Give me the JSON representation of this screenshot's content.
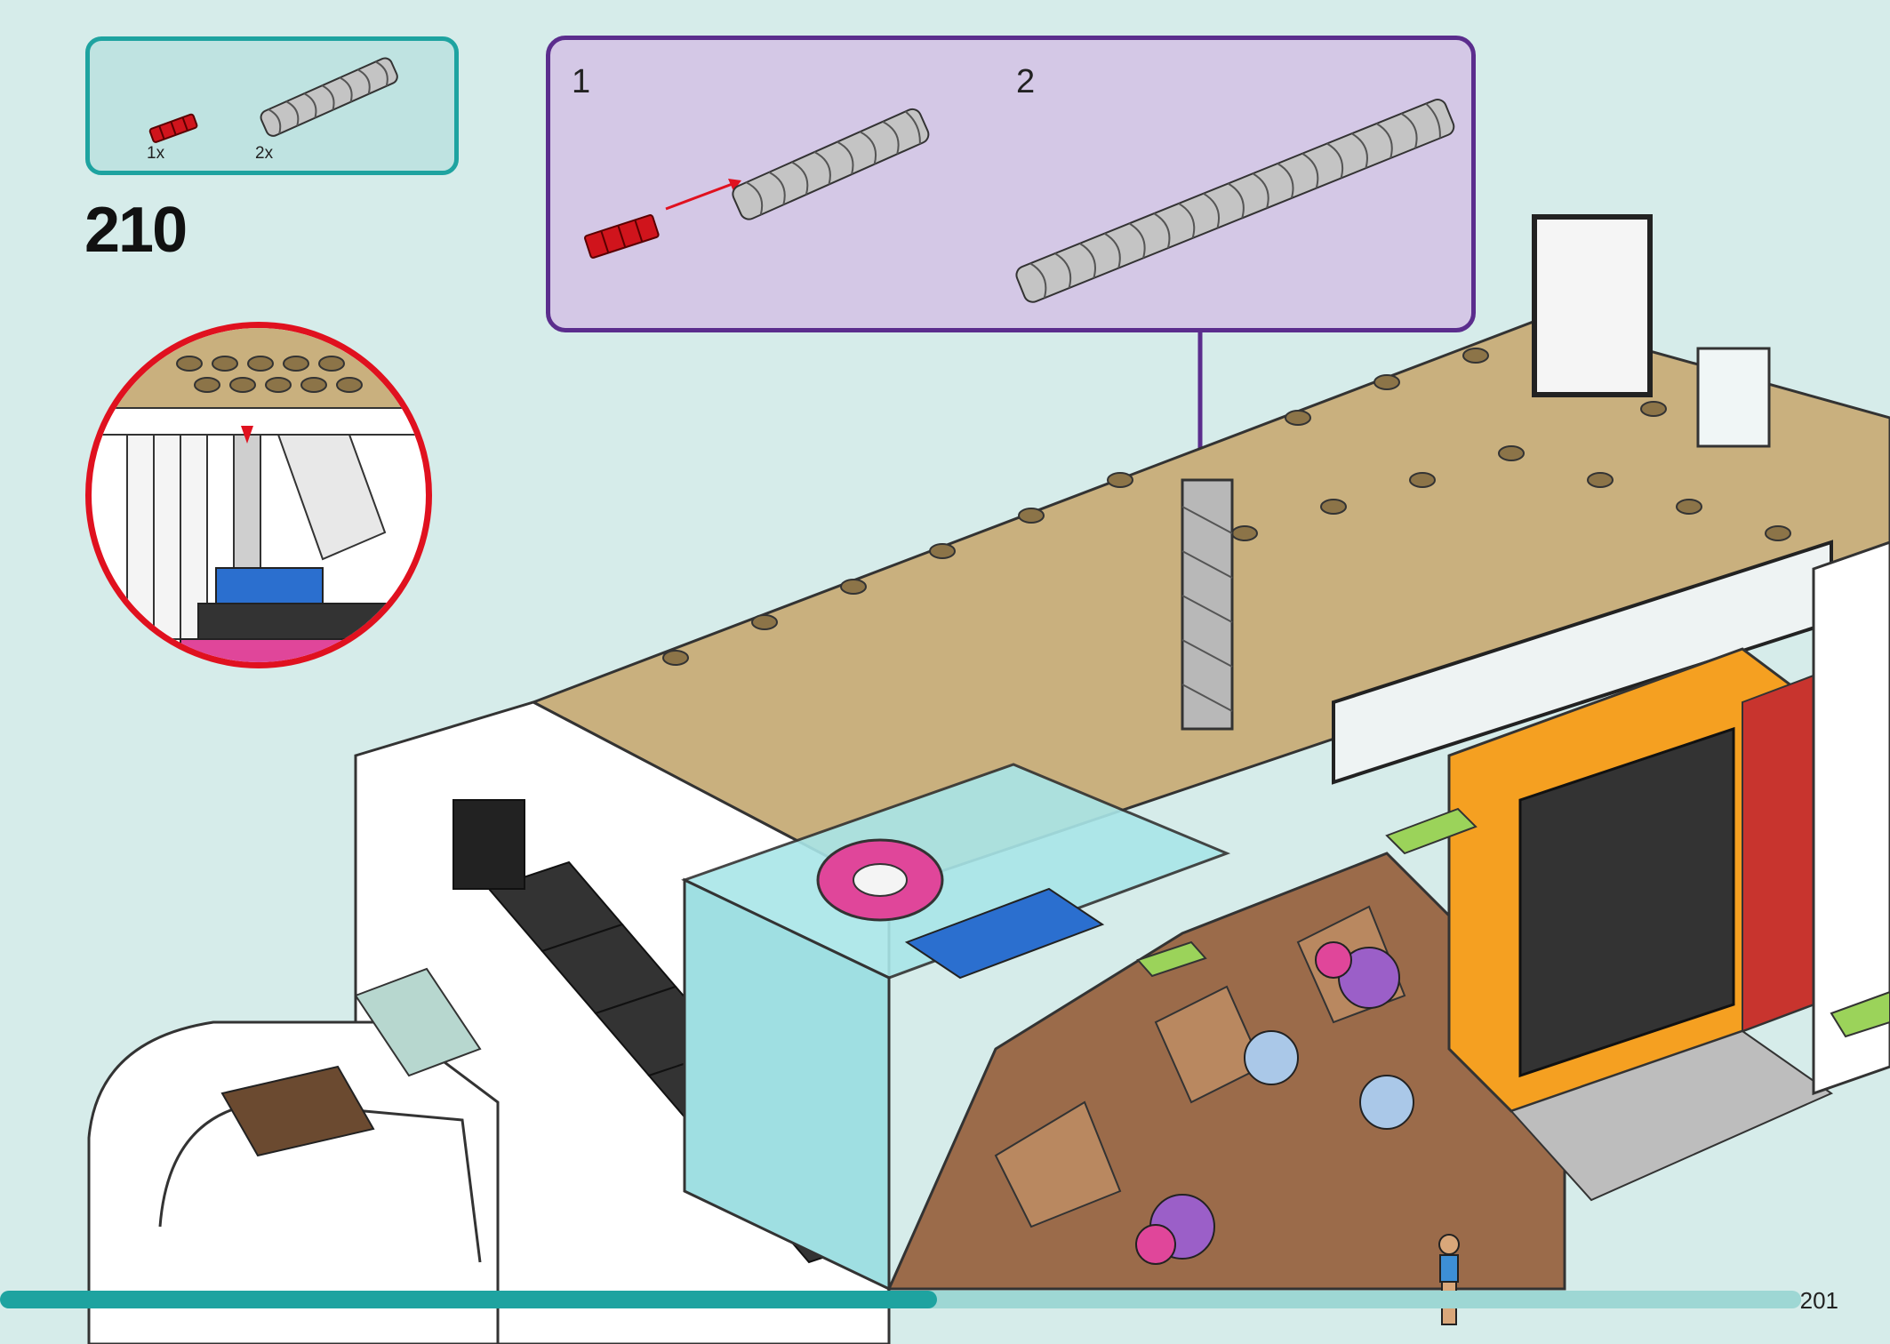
{
  "parts_list": {
    "items": [
      {
        "name": "red-connector-piece",
        "qty": "1x",
        "color": "#d0141c"
      },
      {
        "name": "twisted-column-piece",
        "qty": "2x",
        "color": "#bdbdbd"
      }
    ]
  },
  "step": {
    "number": "210"
  },
  "sub_steps": [
    {
      "number": "1"
    },
    {
      "number": "2"
    }
  ],
  "page": {
    "number": "201"
  },
  "progress": {
    "fraction": 0.52
  },
  "colors": {
    "background": "#d6ecea",
    "parts_border": "#1ea3a0",
    "substep_bg": "#d4c8e6",
    "substep_border": "#5b2d8d",
    "callout_border": "#e0111f",
    "tan_plate": "#c9b07e",
    "glass": "#a9e6e8"
  }
}
